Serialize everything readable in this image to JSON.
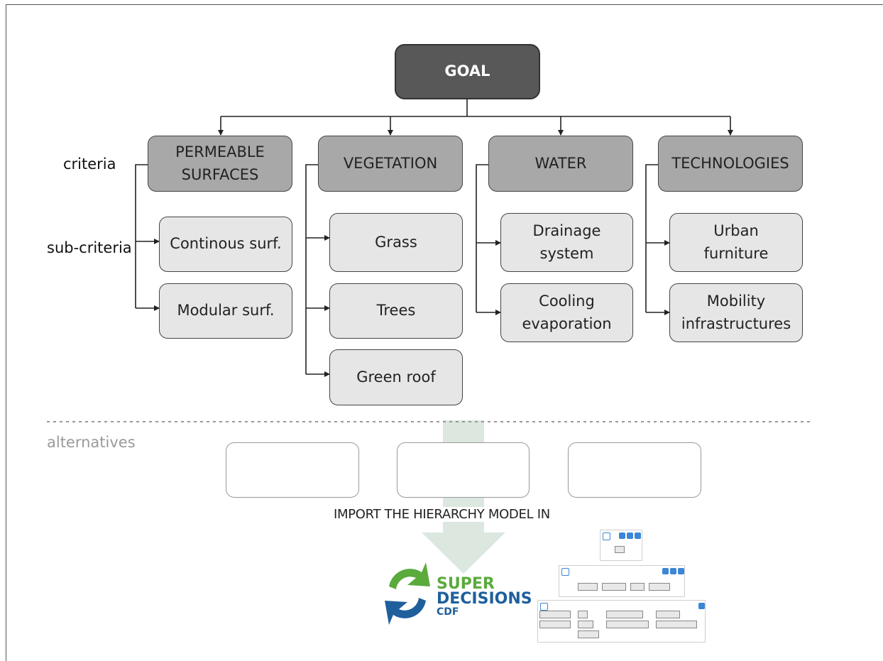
{
  "goal": "GOAL",
  "labels": {
    "criteria": "criteria",
    "sub_criteria": "sub-criteria",
    "alternatives": "alternatives"
  },
  "criteria": [
    {
      "label": "PERMEABLE\nSURFACES",
      "subcriteria": [
        "Continous surf.",
        "Modular surf."
      ]
    },
    {
      "label": "VEGETATION",
      "subcriteria": [
        "Grass",
        "Trees",
        "Green roof"
      ]
    },
    {
      "label": "WATER",
      "subcriteria": [
        "Drainage\nsystem",
        "Cooling\nevaporation"
      ]
    },
    {
      "label": "TECHNOLOGIES",
      "subcriteria": [
        "Urban\nfurniture",
        "Mobility\ninfrastructures"
      ]
    }
  ],
  "import_text": "IMPORT THE HIERARCHY MODEL IN",
  "logo": {
    "line1": "SUPER",
    "line2": "DECISIONS",
    "line3": "CDF",
    "green": "#5aaa3c",
    "blue": "#1f5f9c"
  },
  "colors": {
    "goal_fill": "#585858",
    "criteria_fill": "#a8a8a8",
    "subcriteria_fill": "#e6e6e6",
    "arrow_fill": "#dbe7df"
  }
}
